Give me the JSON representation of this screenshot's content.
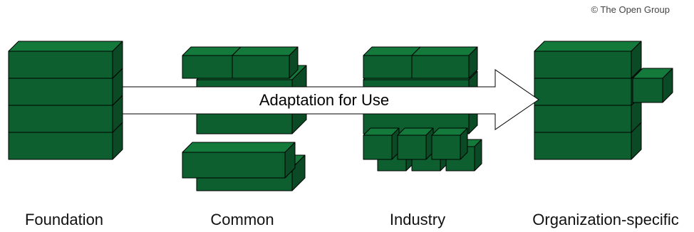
{
  "copyright": "© The Open Group",
  "arrow_label": "Adaptation for Use",
  "stages": [
    {
      "label": "Foundation"
    },
    {
      "label": "Common"
    },
    {
      "label": "Industry"
    },
    {
      "label": "Organization-specific"
    }
  ],
  "colors": {
    "block_front": "#0d5f2f",
    "block_top": "#137a3c",
    "block_side": "#0a4a24",
    "outline": "#000000",
    "arrow_fill": "#ffffff"
  }
}
